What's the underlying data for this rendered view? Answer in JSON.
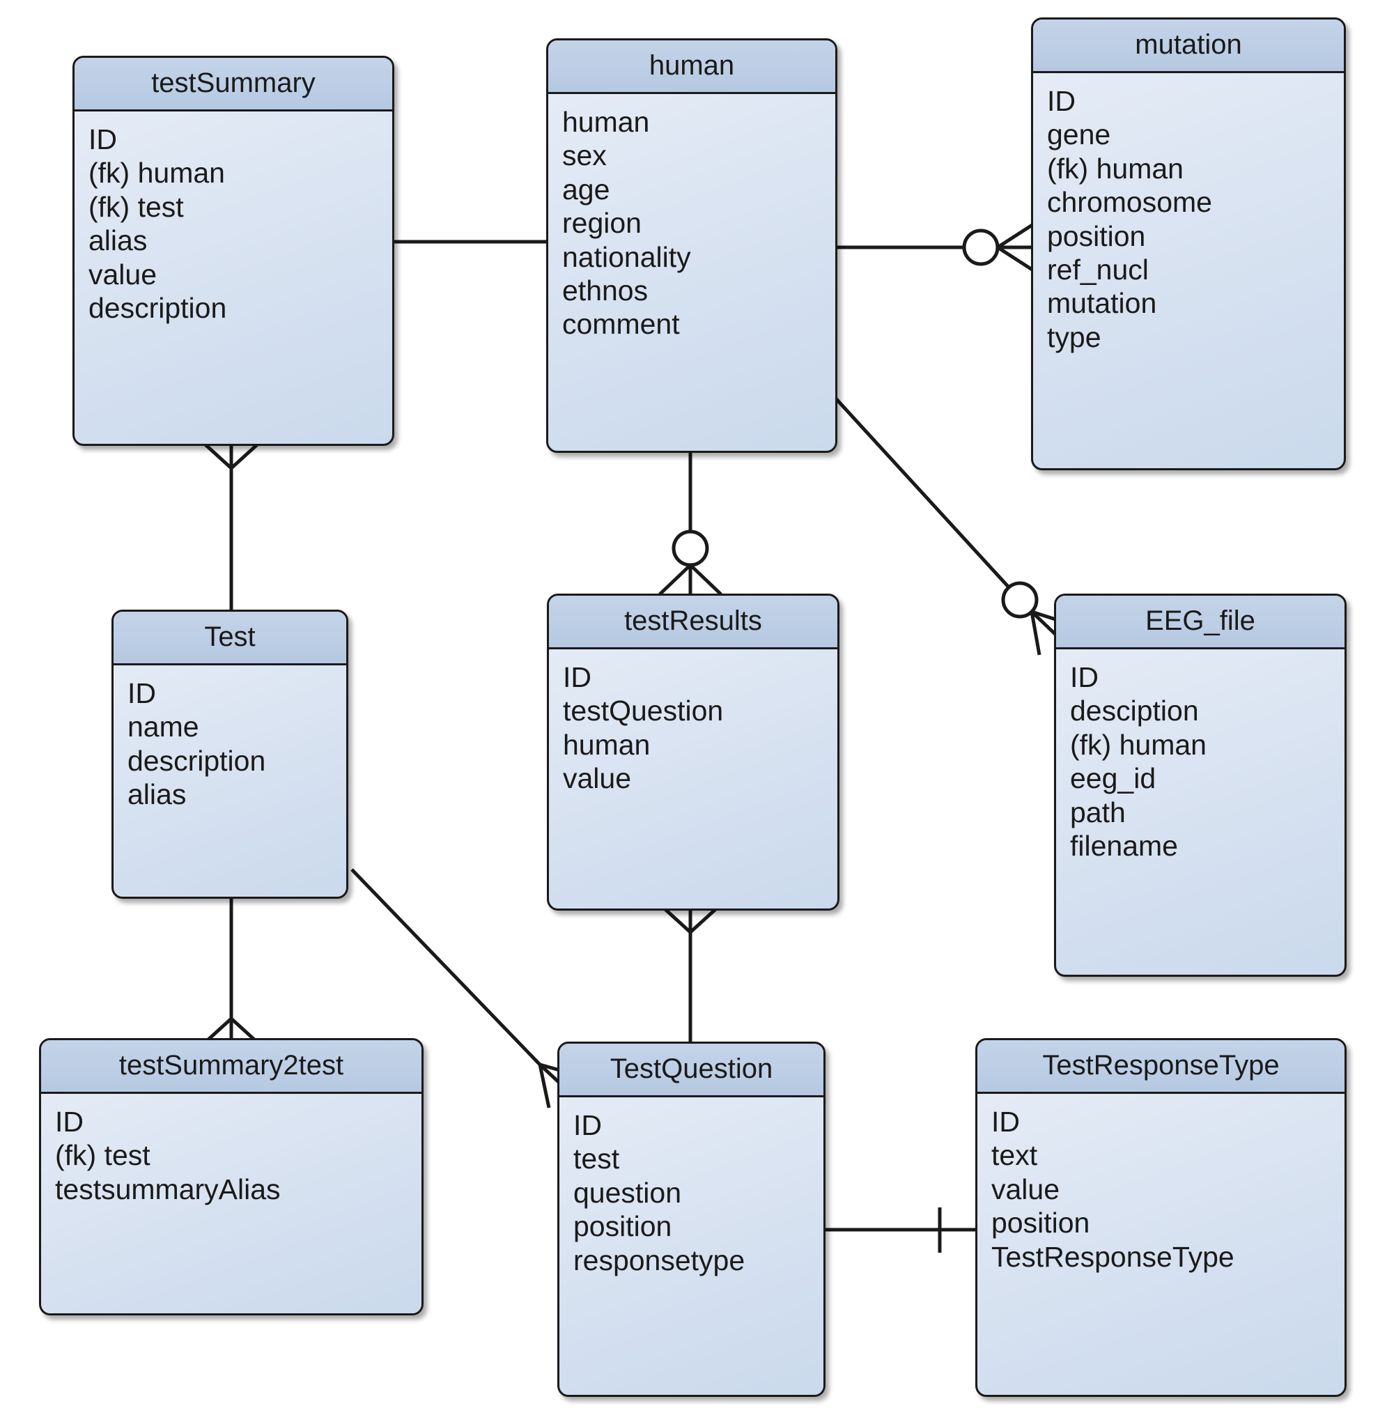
{
  "diagram": {
    "type": "entity-relationship-diagram",
    "notation": "crows-foot",
    "background_color": "#ffffff",
    "entity_header_color": "#bccee5",
    "entity_body_color": "#dde6f3",
    "entity_border_color": "#1a1a1a"
  },
  "entities": [
    {
      "id": "testSummary",
      "name": "testSummary",
      "fields": [
        "ID",
        "(fk) human",
        "(fk) test",
        "alias",
        "value",
        "description"
      ]
    },
    {
      "id": "human",
      "name": "human",
      "fields": [
        "human",
        "sex",
        "age",
        "region",
        "nationality",
        "ethnos",
        "comment"
      ]
    },
    {
      "id": "mutation",
      "name": "mutation",
      "fields": [
        "ID",
        "gene",
        "(fk) human",
        "chromosome",
        "position",
        "ref_nucl",
        "mutation",
        "type"
      ]
    },
    {
      "id": "Test",
      "name": "Test",
      "fields": [
        "ID",
        "name",
        "description",
        "alias"
      ]
    },
    {
      "id": "testResults",
      "name": "testResults",
      "fields": [
        "ID",
        "testQuestion",
        "human",
        "value"
      ]
    },
    {
      "id": "EEG_file",
      "name": "EEG_file",
      "fields": [
        "ID",
        "desciption",
        "(fk) human",
        "eeg_id",
        "path",
        "filename"
      ]
    },
    {
      "id": "testSummary2test",
      "name": "testSummary2test",
      "fields": [
        "ID",
        "(fk) test",
        "testsummaryAlias"
      ]
    },
    {
      "id": "TestQuestion",
      "name": "TestQuestion",
      "fields": [
        "ID",
        "test",
        "question",
        "position",
        "responsetype"
      ]
    },
    {
      "id": "TestResponseType",
      "name": "TestResponseType",
      "fields": [
        "ID",
        "text",
        "value",
        "position",
        "TestResponseType"
      ]
    }
  ],
  "relationships": [
    {
      "from": "testSummary",
      "to": "human",
      "from_marker": "plain",
      "to_marker": "plain"
    },
    {
      "from": "human",
      "to": "mutation",
      "from_marker": "plain",
      "to_marker": "zero-or-many"
    },
    {
      "from": "testSummary",
      "to": "Test",
      "from_marker": "many",
      "to_marker": "plain"
    },
    {
      "from": "human",
      "to": "testResults",
      "from_marker": "plain",
      "to_marker": "zero-or-many"
    },
    {
      "from": "human",
      "to": "EEG_file",
      "from_marker": "plain",
      "to_marker": "zero-or-many"
    },
    {
      "from": "Test",
      "to": "testSummary2test",
      "from_marker": "plain",
      "to_marker": "many"
    },
    {
      "from": "testResults",
      "to": "TestQuestion",
      "from_marker": "plain",
      "to_marker": "many"
    },
    {
      "from": "Test",
      "to": "TestQuestion",
      "from_marker": "plain",
      "to_marker": "many"
    },
    {
      "from": "TestQuestion",
      "to": "TestResponseType",
      "from_marker": "plain",
      "to_marker": "one"
    }
  ]
}
